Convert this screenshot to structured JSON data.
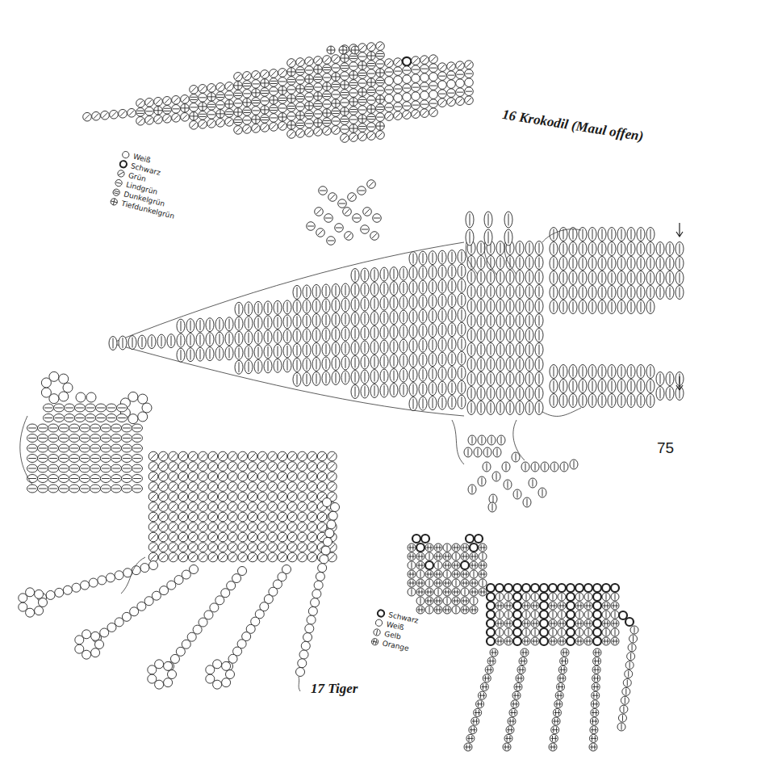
{
  "diagram": {
    "labels": [
      "16 Krokodil (Maul offen)",
      "75",
      "17 Tiger"
    ],
    "legend": [
      {
        "text": "Weiß"
      },
      {
        "text": "Schwarz"
      },
      {
        "text": "Grün"
      },
      {
        "text": "Lindgrün"
      },
      {
        "text": "Dunkelgrün"
      },
      {
        "text": "Tiefdunkelgrün"
      },
      {
        "text": "Schwarz"
      },
      {
        "text": "Weiß"
      },
      {
        "text": "Gelb"
      },
      {
        "text": "Orange"
      }
    ]
  }
}
